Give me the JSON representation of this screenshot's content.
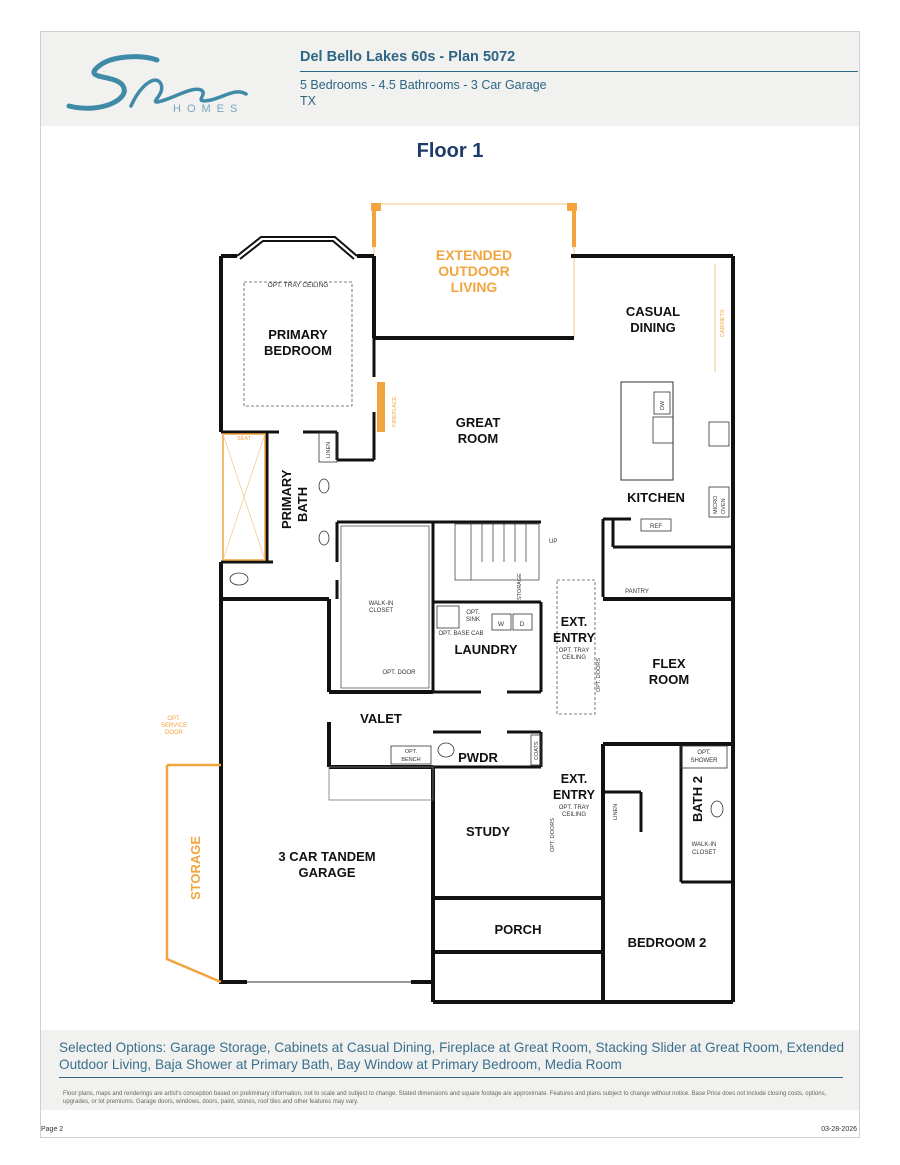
{
  "header": {
    "brand": "Shea",
    "brand_sub": "HOMES",
    "community_plan": "Del Bello Lakes 60s - Plan 5072",
    "features": "5 Bedrooms - 4.5 Bathrooms - 3 Car Garage",
    "state": "TX"
  },
  "floor_title": "Floor 1",
  "rooms": {
    "extended_outdoor_1": "EXTENDED",
    "extended_outdoor_2": "OUTDOOR",
    "extended_outdoor_3": "LIVING",
    "primary_bedroom_1": "PRIMARY",
    "primary_bedroom_2": "BEDROOM",
    "great_room_1": "GREAT",
    "great_room_2": "ROOM",
    "casual_dining_1": "CASUAL",
    "casual_dining_2": "DINING",
    "kitchen": "KITCHEN",
    "primary_bath_1": "PRIMARY",
    "primary_bath_2": "BATH",
    "laundry": "LAUNDRY",
    "ext_entry": "EXT.",
    "entry": "ENTRY",
    "flex_1": "FLEX",
    "flex_2": "ROOM",
    "valet": "VALET",
    "pwdr": "PWDR",
    "study": "STUDY",
    "bath_2": "BATH 2",
    "garage_1": "3 CAR TANDEM",
    "garage_2": "GARAGE",
    "storage": "STORAGE",
    "porch": "PORCH",
    "bedroom_2": "BEDROOM 2"
  },
  "labels": {
    "opt_tray_ceiling": "OPT. TRAY CEILING",
    "cabinets": "CABINETS",
    "fireplace": "FIREPLACE",
    "dw": "DW",
    "linen": "LINEN",
    "seat": "SEAT",
    "micro_oven_1": "MICRO",
    "micro_oven_2": "OVEN",
    "ref": "REF",
    "up": "UP",
    "walk_in_closet_1": "WALK-IN",
    "walk_in_closet_2": "CLOSET",
    "opt_door": "OPT. DOOR",
    "storage_small": "STORAGE",
    "pantry": "PANTRY",
    "opt_sink_1": "OPT.",
    "opt_sink_2": "SINK",
    "w": "W",
    "d": "D",
    "opt_base_cab": "OPT. BASE CAB",
    "opt": "OPT.",
    "tray": "TRAY",
    "ceiling": "CEILING",
    "opt_doors": "OPT. DOORS",
    "opt_service_1": "OPT.",
    "opt_service_2": "SERVICE",
    "opt_service_3": "DOOR",
    "opt_bench_1": "OPT.",
    "opt_bench_2": "BENCH",
    "coats": "COATS",
    "opt_shower_1": "OPT.",
    "opt_shower_2": "SHOWER",
    "opt_tray_ceiling_2": "OPT. TRAY",
    "ceiling_2": "CEILING"
  },
  "footer": {
    "selected_options": "Selected Options: Garage Storage, Cabinets at Casual Dining, Fireplace at Great Room, Stacking Slider at Great Room, Extended Outdoor Living, Baja Shower at Primary Bath, Bay Window at Primary Bedroom, Media Room",
    "disclaimer": "Floor plans, maps and renderings are artist's conception based on preliminary information, not to scale and subject to change. Stated dimensions and square footage are approximate. Features and plans subject to change without notice. Base Price does not include closing costs, options, upgrades, or lot premiums. Garage doors, windows, doors, paint, stones, roof tiles and other features may vary.",
    "page": "Page 2",
    "date": "03-28-2026"
  },
  "colors": {
    "brand_blue": "#2e6584",
    "title_navy": "#1f3c68",
    "option_orange": "#f2a43f",
    "wall": "#111111"
  }
}
